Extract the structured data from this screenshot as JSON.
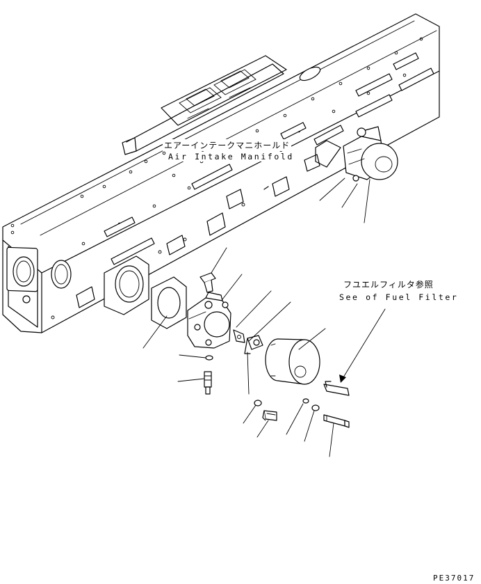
{
  "manifold": {
    "label_jp": "エアーインテークマニホールド",
    "label_en": "Air Intake Manifold"
  },
  "fuel_filter_ref": {
    "label_jp": "フユエルフィルタ参照",
    "label_en": "See of Fuel Filter"
  },
  "drawing_code": "PE37017"
}
